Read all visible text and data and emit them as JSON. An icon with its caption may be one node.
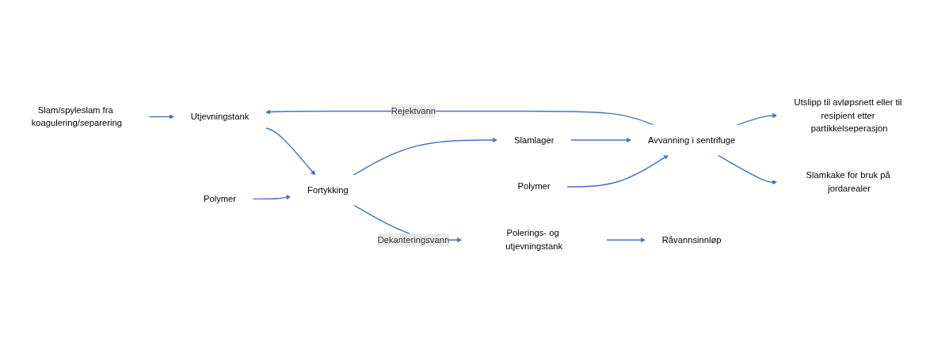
{
  "diagram": {
    "nodes": [
      {
        "text": [
          "Råvannsinnløp"
        ]
      },
      {
        "text": [
          "Polerings- og utjevningstank"
        ]
      },
      {
        "text": [
          "Slam/spyleslam fra koagulering/separering"
        ]
      },
      {
        "text": [
          "Utjevningstank"
        ]
      },
      {
        "text": [
          "Polymer"
        ]
      },
      {
        "text": [
          "Fortykking"
        ]
      },
      {
        "text": [
          "Slamlager"
        ]
      },
      {
        "text": [
          "Polymer"
        ]
      },
      {
        "text": [
          "Avvanning i sentrifuge"
        ]
      },
      {
        "text": [
          "Slamkake for bruk på jordarealer"
        ]
      },
      {
        "text": [
          "Utslipp til avløpsnett eller til resipient etter partikkelseperasjon"
        ]
      }
    ],
    "edges": [
      {
        "from": 1,
        "to": 0,
        "arrow": "to"
      },
      {
        "from": 5,
        "to": 1,
        "arrow": "to",
        "label": "Dekanteringsvann"
      },
      {
        "from": 2,
        "to": 3,
        "arrow": "to"
      },
      {
        "from": 3,
        "to": 5,
        "arrow": "to"
      },
      {
        "from": 4,
        "to": 5,
        "arrow": "to"
      },
      {
        "from": 5,
        "to": 6,
        "arrow": "to"
      },
      {
        "from": 6,
        "to": 8,
        "arrow": "to"
      },
      {
        "from": 7,
        "to": 8,
        "arrow": "to"
      },
      {
        "from": 8,
        "to": 9,
        "arrow": "to"
      },
      {
        "from": 8,
        "to": 3,
        "arrow": "to",
        "label": "Rejektvann"
      },
      {
        "from": 8,
        "to": 10,
        "arrow": "to"
      }
    ]
  }
}
